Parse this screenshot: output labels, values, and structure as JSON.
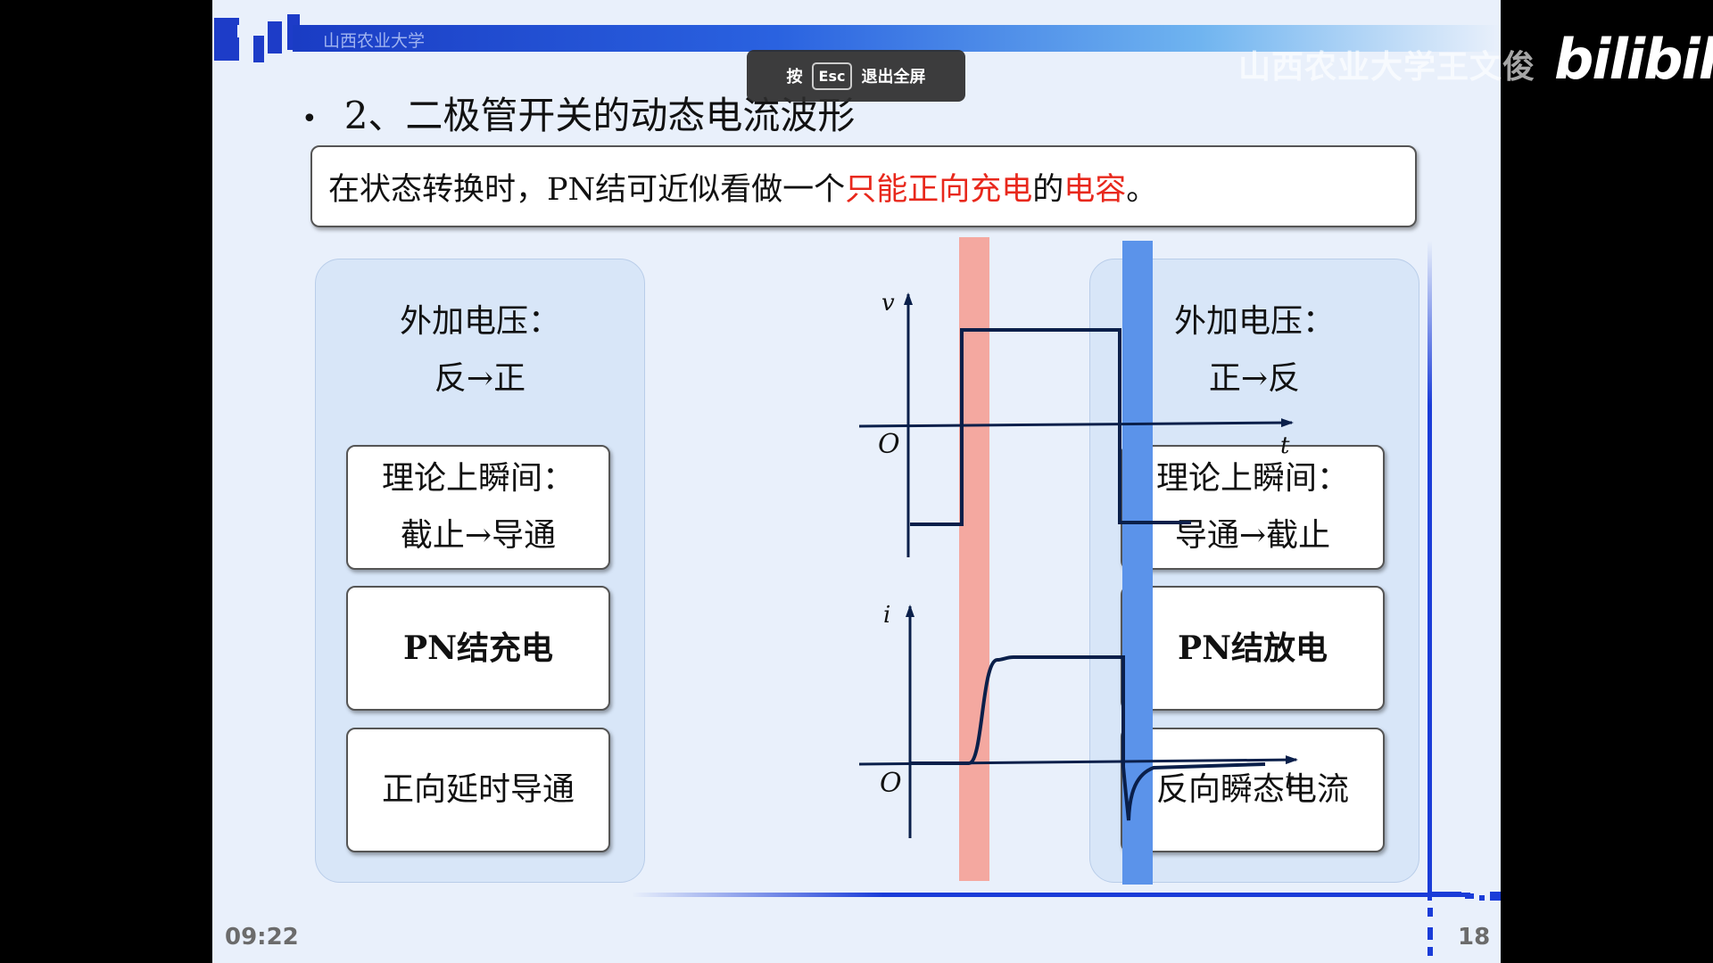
{
  "overlay": {
    "esc_before": "按",
    "esc_key": "Esc",
    "esc_after": "退出全屏",
    "watermark": "山西农业大学王文俊",
    "logo_text": "bilibili"
  },
  "slide": {
    "university_label": "山西农业大学",
    "bullet": "•",
    "title": "2、二极管开关的动态电流波形",
    "note": {
      "part1": "在状态转换时，PN结可近似看做一个",
      "highlight1": "只能正向充电",
      "part2": "的",
      "highlight2": "电容",
      "part3": "。"
    },
    "left_panel": {
      "head_line1": "外加电压：",
      "head_line2": "反→正",
      "card1_line1": "理论上瞬间：",
      "card1_line2": "截止→导通",
      "card2": "PN结充电",
      "card3": "正向延时导通"
    },
    "right_panel": {
      "head_line1": "外加电压：",
      "head_line2": "正→反",
      "card1_line1": "理论上瞬间：",
      "card1_line2": "导通→截止",
      "card2": "PN结放电",
      "card3": "反向瞬态电流"
    },
    "waveform": {
      "v_axis_label": "v",
      "i_axis_label": "i",
      "origin_label": "O",
      "t_axis_label": "t",
      "highlight_colors": {
        "rise": "#f4a8a0",
        "fall": "#5b93ea"
      },
      "line_color": "#0a1f4a"
    },
    "time_code": "09:22",
    "page_number": "18"
  }
}
